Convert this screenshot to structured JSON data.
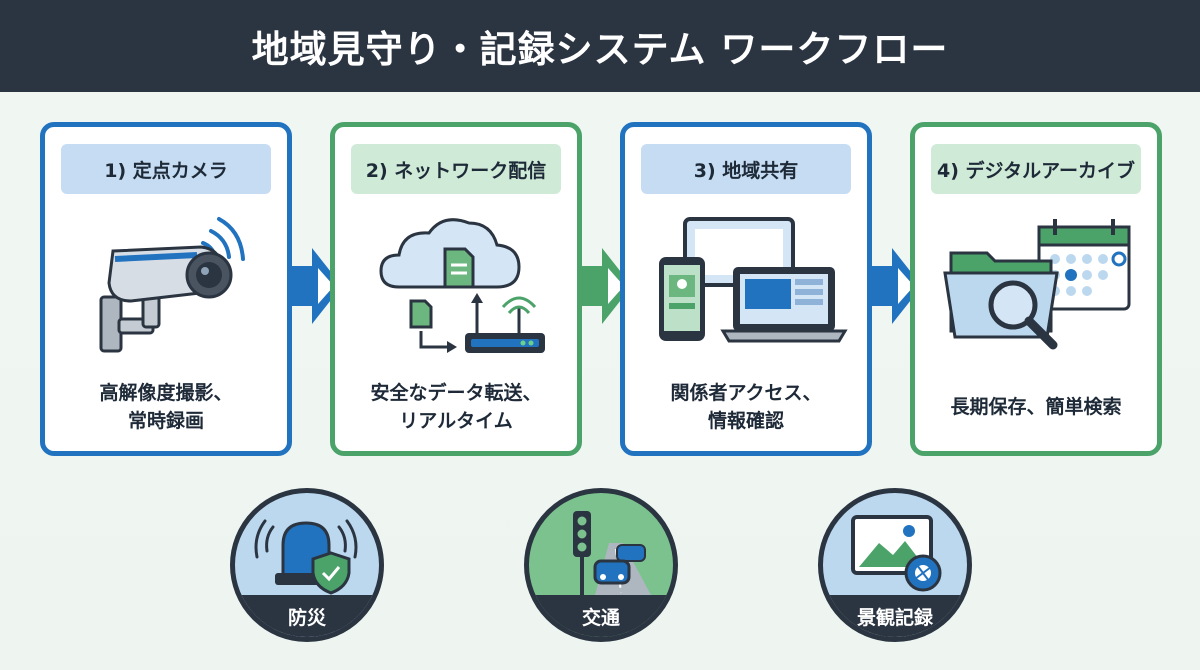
{
  "title": "地域見守り・記録システム ワークフロー",
  "steps": [
    {
      "label": "1) 定点カメラ",
      "desc": [
        "高解像度撮影、",
        "常時録画"
      ],
      "icon": "security-camera-icon",
      "accent": "#2173c0"
    },
    {
      "label": "2) ネットワーク配信",
      "desc": [
        "安全なデータ転送、",
        "リアルタイム"
      ],
      "icon": "cloud-network-icon",
      "accent": "#4ba36a"
    },
    {
      "label": "3) 地域共有",
      "desc": [
        "関係者アクセス、",
        "情報確認"
      ],
      "icon": "devices-icon",
      "accent": "#2173c0"
    },
    {
      "label": "4) デジタルアーカイブ",
      "desc": [
        "長期保存、簡単検索"
      ],
      "icon": "archive-search-icon",
      "accent": "#4ba36a"
    }
  ],
  "uses": [
    {
      "label": "防災",
      "icon": "siren-shield-icon",
      "bg": "#bcd8ef"
    },
    {
      "label": "交通",
      "icon": "traffic-light-icon",
      "bg": "#7cc28f"
    },
    {
      "label": "景観記録",
      "icon": "landscape-photo-icon",
      "bg": "#bcd8ef"
    }
  ],
  "colors": {
    "dark": "#2b3441",
    "blue": "#2173c0",
    "green": "#4ba36a"
  }
}
